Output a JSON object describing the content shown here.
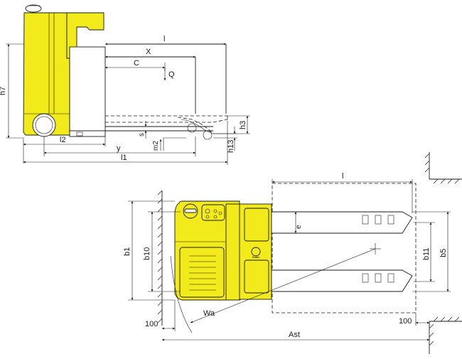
{
  "side_view": {
    "labels": {
      "l": "l",
      "x": "X",
      "c": "C",
      "q": "Q",
      "h7": "h7",
      "h3": "h3",
      "h13": "h13",
      "s": "s",
      "m2": "m2",
      "l2": "l2",
      "y": "y",
      "l1": "l1"
    }
  },
  "top_view": {
    "labels": {
      "l": "l",
      "e": "e",
      "b1": "b1",
      "b10": "b10",
      "b11": "b11",
      "b5": "b5",
      "wa": "Wa",
      "ast": "Ast",
      "clear_left": "100",
      "clear_right": "100"
    },
    "branding": "Kolos"
  },
  "colors": {
    "body": "#f2ea1a",
    "line": "#1a1a1a"
  }
}
